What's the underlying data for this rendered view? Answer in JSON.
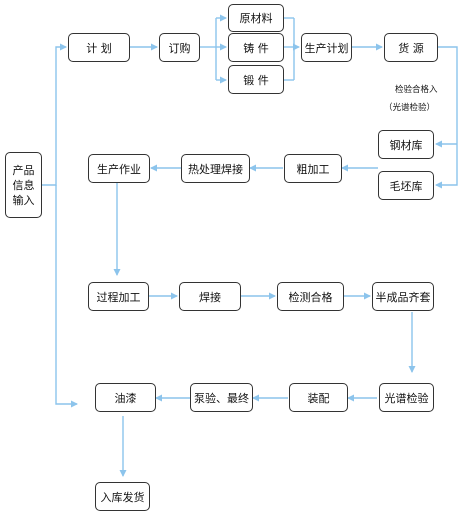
{
  "nodes": {
    "product_info": [
      "产品",
      "信息",
      "输入"
    ],
    "plan": "计 划",
    "order": "订购",
    "raw_material": "原材料",
    "casting": "铸 件",
    "forging": "锻 件",
    "production_plan": "生产计划",
    "goods_source": "货 源",
    "steel_store": "钢材库",
    "blank_store": "毛坯库",
    "rough_machining": "粗加工",
    "heat_treat_weld": "热处理焊接",
    "production_work": "生产作业",
    "process_machining": "过程加工",
    "welding": "焊接",
    "inspection_pass": "检测合格",
    "semi_finished": "半成品齐套",
    "spectral_check": "光谱检验",
    "assembly": "装配",
    "pump_final_test": "泵验、最终",
    "painting": "油漆",
    "warehouse_ship": "入库发货"
  },
  "notes": {
    "inspect_in": "检验合格入",
    "spectral_note": "（光谱检验）"
  },
  "colors": {
    "arrow": "#8cc4ec",
    "border": "#333333"
  }
}
